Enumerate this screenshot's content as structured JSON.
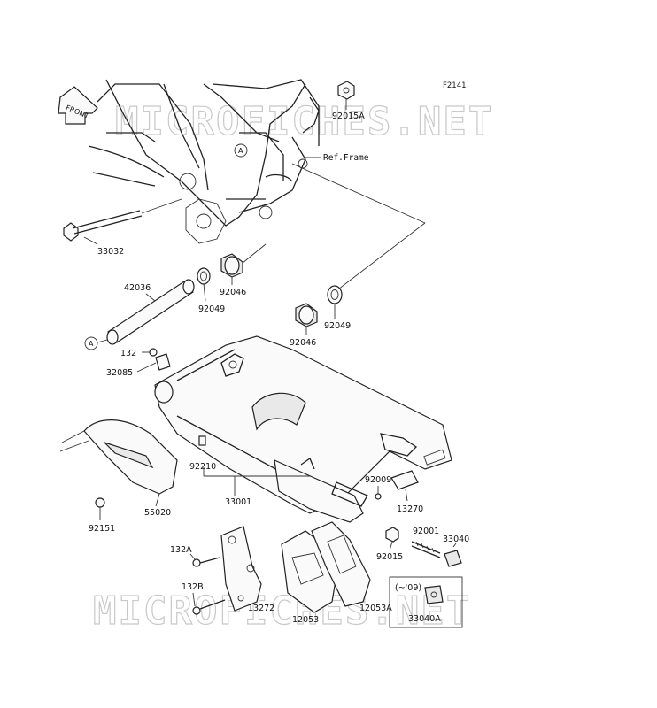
{
  "figure_id": "F2141",
  "watermark_top": "MICROFICHES.NET",
  "watermark_bottom": "MICROFICHES.NET",
  "front_arrow": "FRONT",
  "ref_frame": "Ref.Frame",
  "callout": "A",
  "labels": {
    "p92015A": "92015A",
    "p33032": "33032",
    "p42036": "42036",
    "p92046a": "92046",
    "p92049a": "92049",
    "p92046b": "92046",
    "p92049b": "92049",
    "p132": "132",
    "p32085": "32085",
    "p92210": "92210",
    "p33001": "33001",
    "p92151": "92151",
    "p55020": "55020",
    "p92009": "92009",
    "p13270": "13270",
    "p92001": "92001",
    "p33040": "33040",
    "p92015": "92015",
    "p132A": "132A",
    "p132B": "132B",
    "p13272": "13272",
    "p12053": "12053",
    "p12053A": "12053A",
    "p33040A": "33040A",
    "variant_note": "(~'09)"
  }
}
